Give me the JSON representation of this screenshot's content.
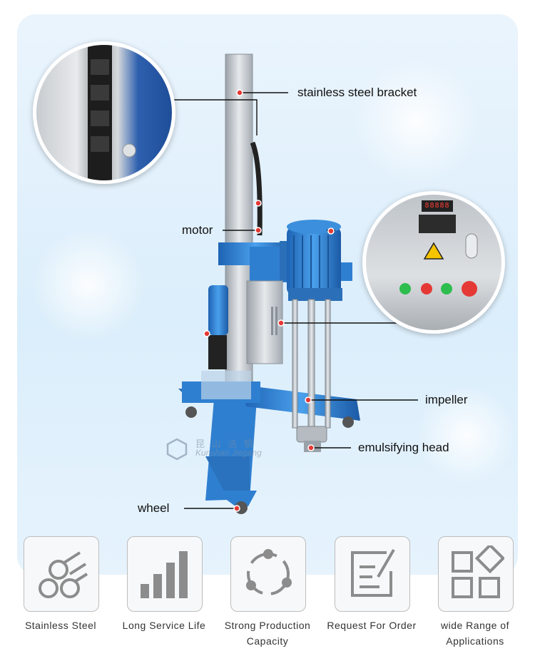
{
  "callouts": {
    "bracket": "stainless steel bracket",
    "motor": "motor",
    "impeller": "impeller",
    "head": "emulsifying head",
    "wheel": "wheel"
  },
  "watermark": {
    "cn": "昆 山 洁 钢",
    "en": "Kunshan Jiegang"
  },
  "control_panel": {
    "display": "88888"
  },
  "features": [
    {
      "label": "Stainless Steel",
      "icon": "steel-pipes-icon"
    },
    {
      "label": "Long Service Life",
      "icon": "bar-chart-icon"
    },
    {
      "label": "Strong Production Capacity",
      "icon": "cycle-icon"
    },
    {
      "label": "Request For Order",
      "icon": "order-form-icon"
    },
    {
      "label": "wide Range of Applications",
      "icon": "grid-shapes-icon"
    }
  ],
  "colors": {
    "machine_blue": "#2f7fd0",
    "steel": "#c9ced3",
    "callout_dot": "#e53935",
    "icon_gray": "#8c8c8c"
  }
}
